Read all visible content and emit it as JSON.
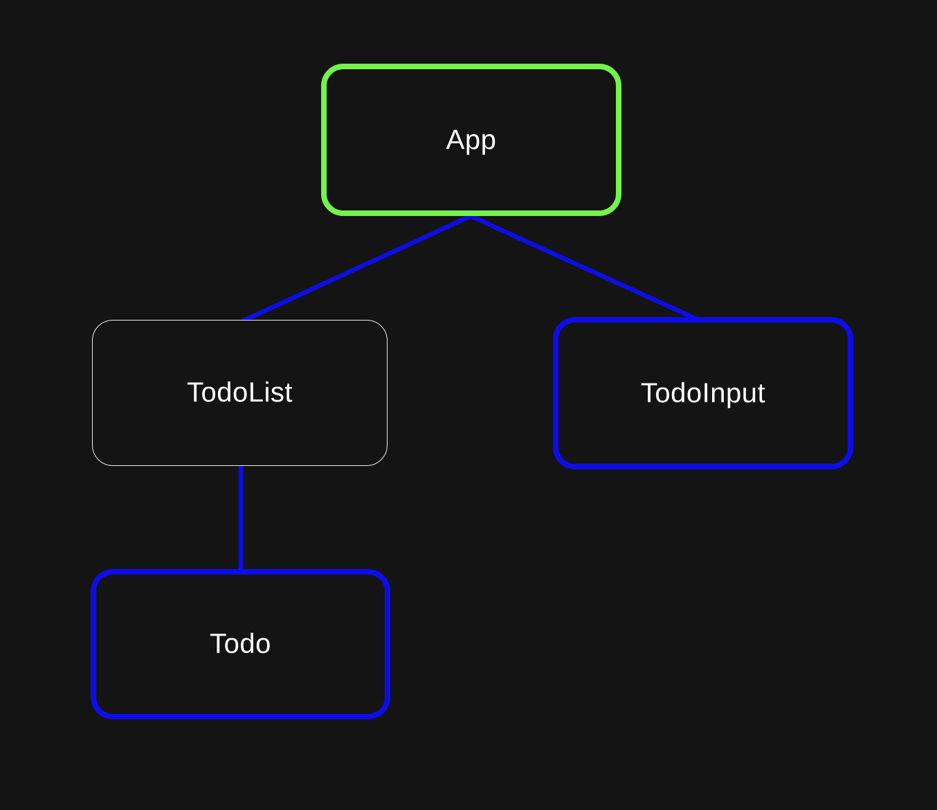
{
  "diagram": {
    "type": "component-tree",
    "nodes": [
      {
        "id": "app",
        "label": "App",
        "border_color": "#73f34b",
        "border_weight": "thick"
      },
      {
        "id": "todolist",
        "label": "TodoList",
        "border_color": "#ededed",
        "border_weight": "thin"
      },
      {
        "id": "todoinput",
        "label": "TodoInput",
        "border_color": "#0d0de9",
        "border_weight": "thick"
      },
      {
        "id": "todo",
        "label": "Todo",
        "border_color": "#0d0de9",
        "border_weight": "thick"
      }
    ],
    "edges": [
      {
        "from": "app",
        "to": "todolist",
        "color": "#0d0de9"
      },
      {
        "from": "app",
        "to": "todoinput",
        "color": "#0d0de9"
      },
      {
        "from": "todolist",
        "to": "todo",
        "color": "#0d0de9"
      }
    ],
    "colors": {
      "background": "#141414",
      "text": "#ffffff",
      "edge": "#0d0de9",
      "highlight_green": "#73f34b",
      "node_blue": "#0d0de9",
      "node_white": "#ededed"
    }
  }
}
